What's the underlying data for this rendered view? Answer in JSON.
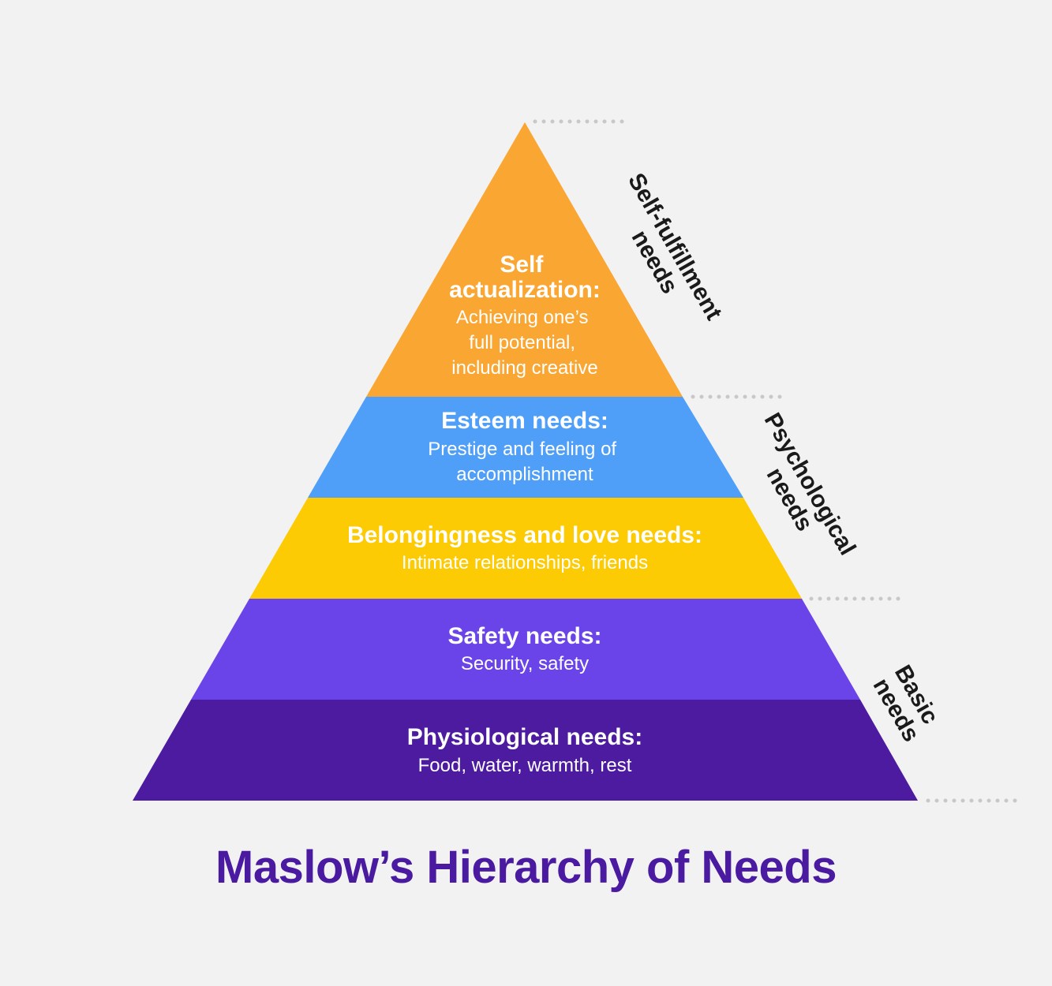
{
  "title": "Maslow’s Hierarchy of Needs",
  "tiers": [
    {
      "title_lines": [
        "Self",
        "actualization:"
      ],
      "desc_lines": [
        "Achieving one’s",
        "full potential,",
        "including creative"
      ],
      "color": "#faa633"
    },
    {
      "title_lines": [
        "Esteem needs:"
      ],
      "desc_lines": [
        "Prestige and feeling of",
        "accomplishment"
      ],
      "color": "#4f9ff9"
    },
    {
      "title_lines": [
        "Belongingness and love needs:"
      ],
      "desc_lines": [
        "Intimate relationships, friends"
      ],
      "color": "#fccb04"
    },
    {
      "title_lines": [
        "Safety needs:"
      ],
      "desc_lines": [
        "Security, safety"
      ],
      "color": "#6a44e8"
    },
    {
      "title_lines": [
        "Physiological needs:"
      ],
      "desc_lines": [
        "Food, water, warmth, rest"
      ],
      "color": "#4c1ba0"
    }
  ],
  "groups": [
    {
      "lines": [
        "Self-fulfillment",
        "needs"
      ]
    },
    {
      "lines": [
        "Psychological",
        "needs"
      ]
    },
    {
      "lines": [
        "Basic",
        "needs"
      ]
    }
  ]
}
